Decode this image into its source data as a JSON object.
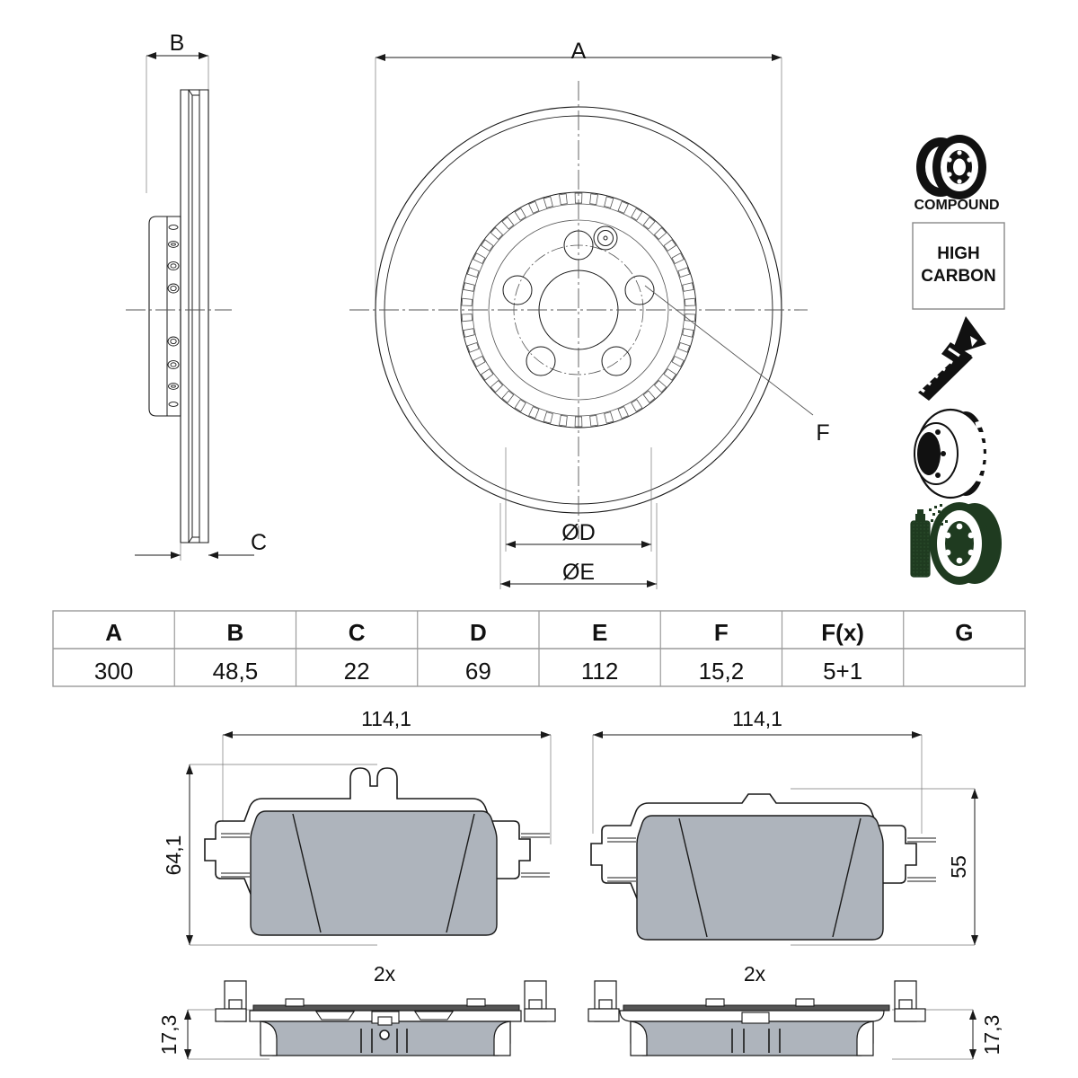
{
  "drawing": {
    "title": "Brake disc and brake pad technical drawing",
    "side_view": {
      "dim_b_label": "B",
      "dim_c_label": "C"
    },
    "front_view": {
      "dim_a_label": "A",
      "dim_d_label": "ØD",
      "dim_e_label": "ØE",
      "callout_f_label": "F"
    }
  },
  "icons": [
    {
      "name": "compound-disc-icon",
      "caption": "COMPOUND"
    },
    {
      "name": "high-carbon-badge",
      "line1": "HIGH",
      "line2": "CARBON"
    },
    {
      "name": "countersunk-screw-icon",
      "caption": ""
    },
    {
      "name": "vented-disc-icon",
      "caption": ""
    },
    {
      "name": "coated-disc-spray-icon",
      "caption": ""
    }
  ],
  "spec_table": {
    "headers": [
      "A",
      "B",
      "C",
      "D",
      "E",
      "F",
      "F(x)",
      "G"
    ],
    "values": [
      "300",
      "48,5",
      "22",
      "69",
      "112",
      "15,2",
      "5+1",
      ""
    ]
  },
  "pads": [
    {
      "name": "left-pad",
      "width_label": "114,1",
      "height_label": "64,1",
      "edge_qty_label": "2x",
      "thickness_label": "17,3"
    },
    {
      "name": "right-pad",
      "width_label": "114,1",
      "height_label": "55",
      "edge_qty_label": "2x",
      "thickness_label": "17,3"
    }
  ],
  "colors": {
    "line": "#1a1a1a",
    "thin_line": "#555555",
    "pad_fill": "#aeb4bc",
    "pad_fill_dark": "#9aa1aa",
    "icon_black": "#111111",
    "icon_green": "#1f3b20",
    "table_border": "#9a9a9a"
  }
}
